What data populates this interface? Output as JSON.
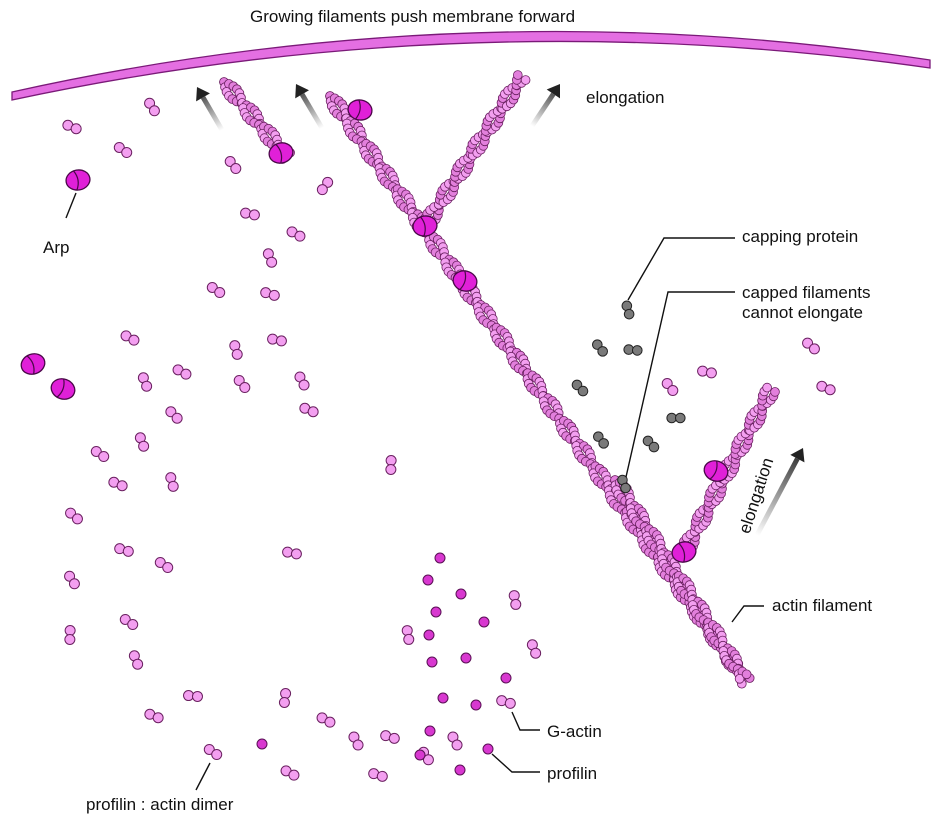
{
  "title": "Growing filaments push membrane forward",
  "labels": {
    "elongation_top": "elongation",
    "elongation_right": "elongation",
    "arp": "Arp",
    "capping_protein": "capping protein",
    "capped_line1": "capped filaments",
    "capped_line2": "cannot elongate",
    "actin_filament": "actin filament",
    "g_actin": "G-actin",
    "profilin": "profilin",
    "profilin_actin_dimer": "profilin : actin dimer"
  },
  "colors": {
    "membrane": "#e46fe2",
    "actin": "#f39ff0",
    "actin_stroke": "#6a2060",
    "arp": "#e020d8",
    "capping": "#7a7a7a",
    "profilin": "#d838d0"
  }
}
